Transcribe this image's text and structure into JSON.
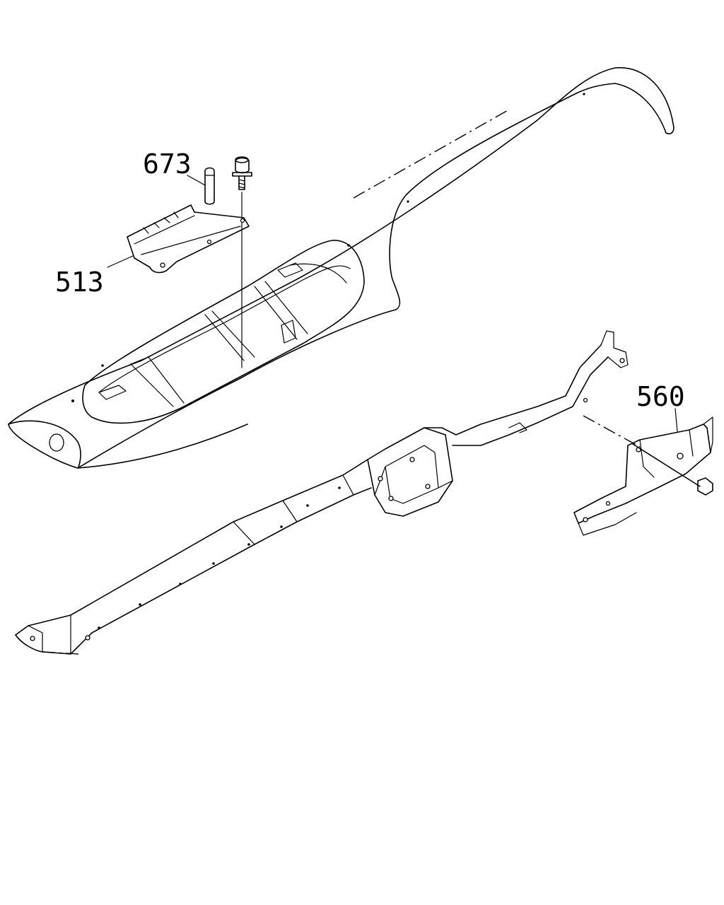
{
  "callouts": [
    {
      "id": "673",
      "label": "673"
    },
    {
      "id": "513",
      "label": "513"
    },
    {
      "id": "560",
      "label": "560"
    }
  ],
  "colors": {
    "line": "#000000",
    "background": "#ffffff"
  }
}
